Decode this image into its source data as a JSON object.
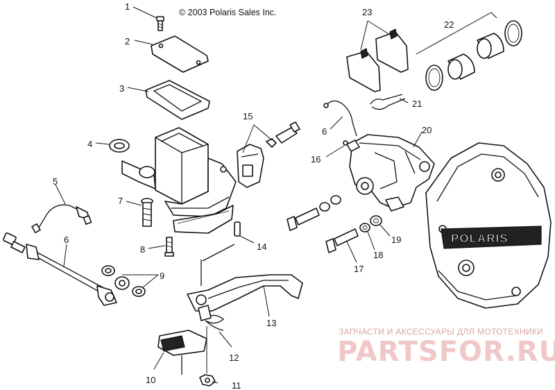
{
  "copyright": "© 2003 Polaris Sales Inc.",
  "brand_label": "POLARIS",
  "watermark": {
    "line1": "ЗАПЧАСТИ И АКСЕССУАРЫ ДЛЯ МОТОТЕХНИКИ",
    "line2": "PARTSFOR.RU"
  },
  "callouts": [
    "1",
    "2",
    "3",
    "4",
    "5",
    "6",
    "7",
    "8",
    "9",
    "10",
    "11",
    "12",
    "13",
    "14",
    "15",
    "16",
    "17",
    "18",
    "19",
    "20",
    "21",
    "22",
    "23"
  ],
  "callout_6b": "6"
}
